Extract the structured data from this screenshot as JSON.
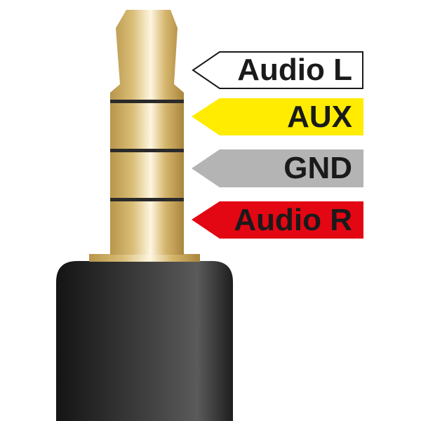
{
  "labels": [
    {
      "text": "Audio L",
      "color": "#ffffff",
      "border": "#1a1a1a"
    },
    {
      "text": "AUX",
      "color": "#ffec00",
      "border": "none"
    },
    {
      "text": "GND",
      "color": "#b4b4b4",
      "border": "none"
    },
    {
      "text": "Audio R",
      "color": "#e30613",
      "border": "none"
    }
  ]
}
